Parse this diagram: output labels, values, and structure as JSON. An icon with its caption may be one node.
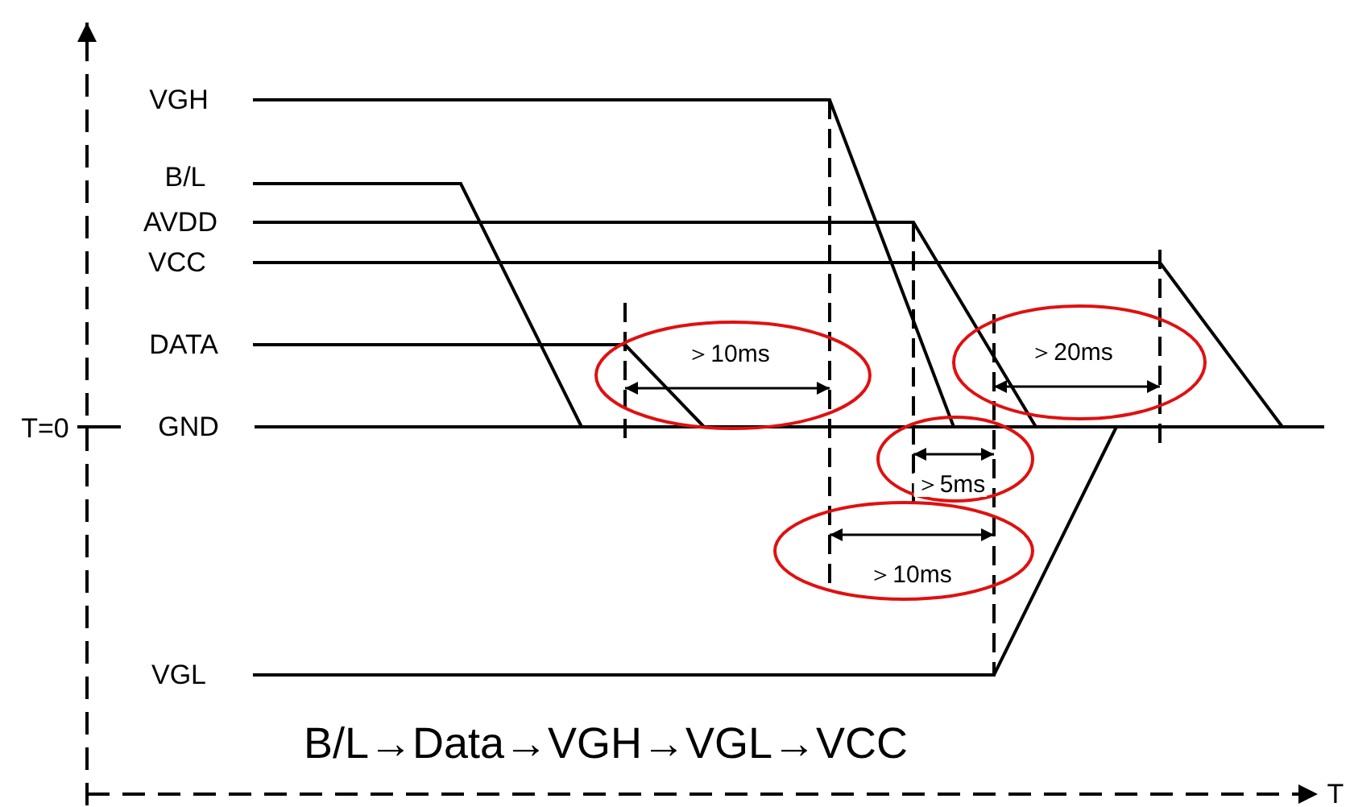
{
  "diagram": {
    "labels": [
      "VGH",
      "B/L",
      "AVDD",
      "VCC",
      "DATA",
      "＞10ms",
      "＞20ms",
      "T=0",
      "GND",
      "＞5ms",
      "＞10ms",
      "VGL",
      "B/L→Data→VGH→VGL→VCC",
      "T"
    ]
  }
}
